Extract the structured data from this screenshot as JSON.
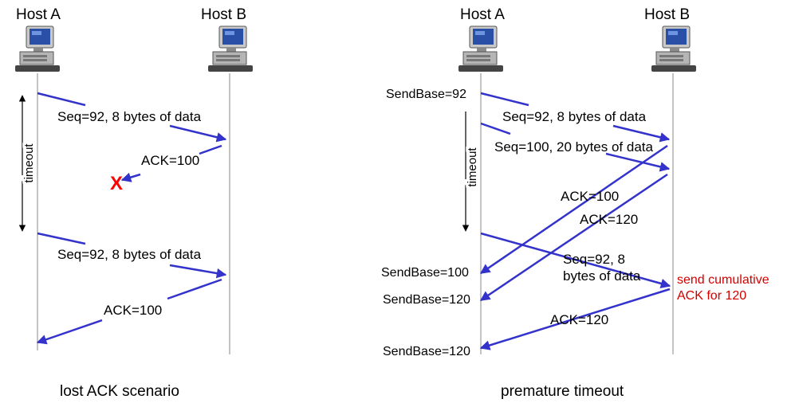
{
  "colors": {
    "arrow": "#3333cc",
    "note": "#d40000",
    "loss_marker": "#ff0000",
    "timeline": "#888888",
    "computer_screen": "#2a4fa6"
  },
  "icons": [
    "computer-icon",
    "loss-x-icon",
    "timeout-arrow-icon"
  ],
  "left": {
    "host_a": "Host A",
    "host_b": "Host B",
    "timeout": "timeout",
    "seq1": "Seq=92, 8 bytes of data",
    "ack1": "ACK=100",
    "lost_marker": "X",
    "seq2": "Seq=92, 8 bytes of data",
    "ack2": "ACK=100",
    "caption": "lost ACK scenario"
  },
  "right": {
    "host_a": "Host A",
    "host_b": "Host B",
    "timeout": "timeout",
    "sendbase_92": "SendBase=92",
    "seq1": "Seq=92, 8 bytes of data",
    "seq2": "Seq=100, 20 bytes of data",
    "ack100": "ACK=100",
    "ack120": "ACK=120",
    "sendbase_100": "SendBase=100",
    "sendbase_120": "SendBase=120",
    "seq3_line1": "Seq=92,  8",
    "seq3_line2": "bytes of data",
    "note_line1": "send cumulative",
    "note_line2": "ACK for 120",
    "ack120_final": "ACK=120",
    "sendbase_120_final": "SendBase=120",
    "caption": "premature timeout"
  }
}
